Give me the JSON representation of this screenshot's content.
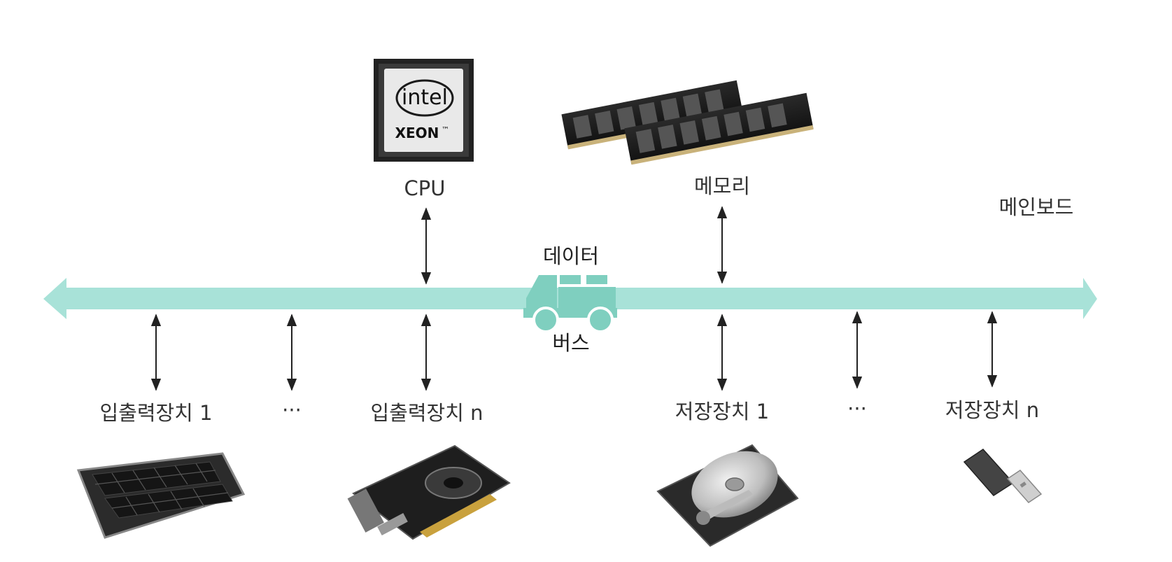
{
  "diagram": {
    "labels": {
      "cpu": "CPU",
      "memory": "메모리",
      "mainboard": "메인보드",
      "data": "데이터",
      "bus": "버스",
      "io1": "입출력장치 1",
      "io_ellipsis": "···",
      "ion": "입출력장치 n",
      "storage1": "저장장치 1",
      "storage_ellipsis": "···",
      "storagen": "저장장치 n"
    },
    "cpu_chip": {
      "brand": "intel",
      "model": "XEON",
      "trademark": "™"
    },
    "colors": {
      "bus": "#a8e2d8",
      "truck": "#7fcfbf",
      "arrow": "#222222",
      "text": "#333333"
    },
    "icons": [
      "cpu-chip-icon",
      "memory-module-icon",
      "truck-icon",
      "keyboard-icon",
      "graphics-card-icon",
      "hard-disk-icon",
      "usb-drive-icon"
    ]
  }
}
